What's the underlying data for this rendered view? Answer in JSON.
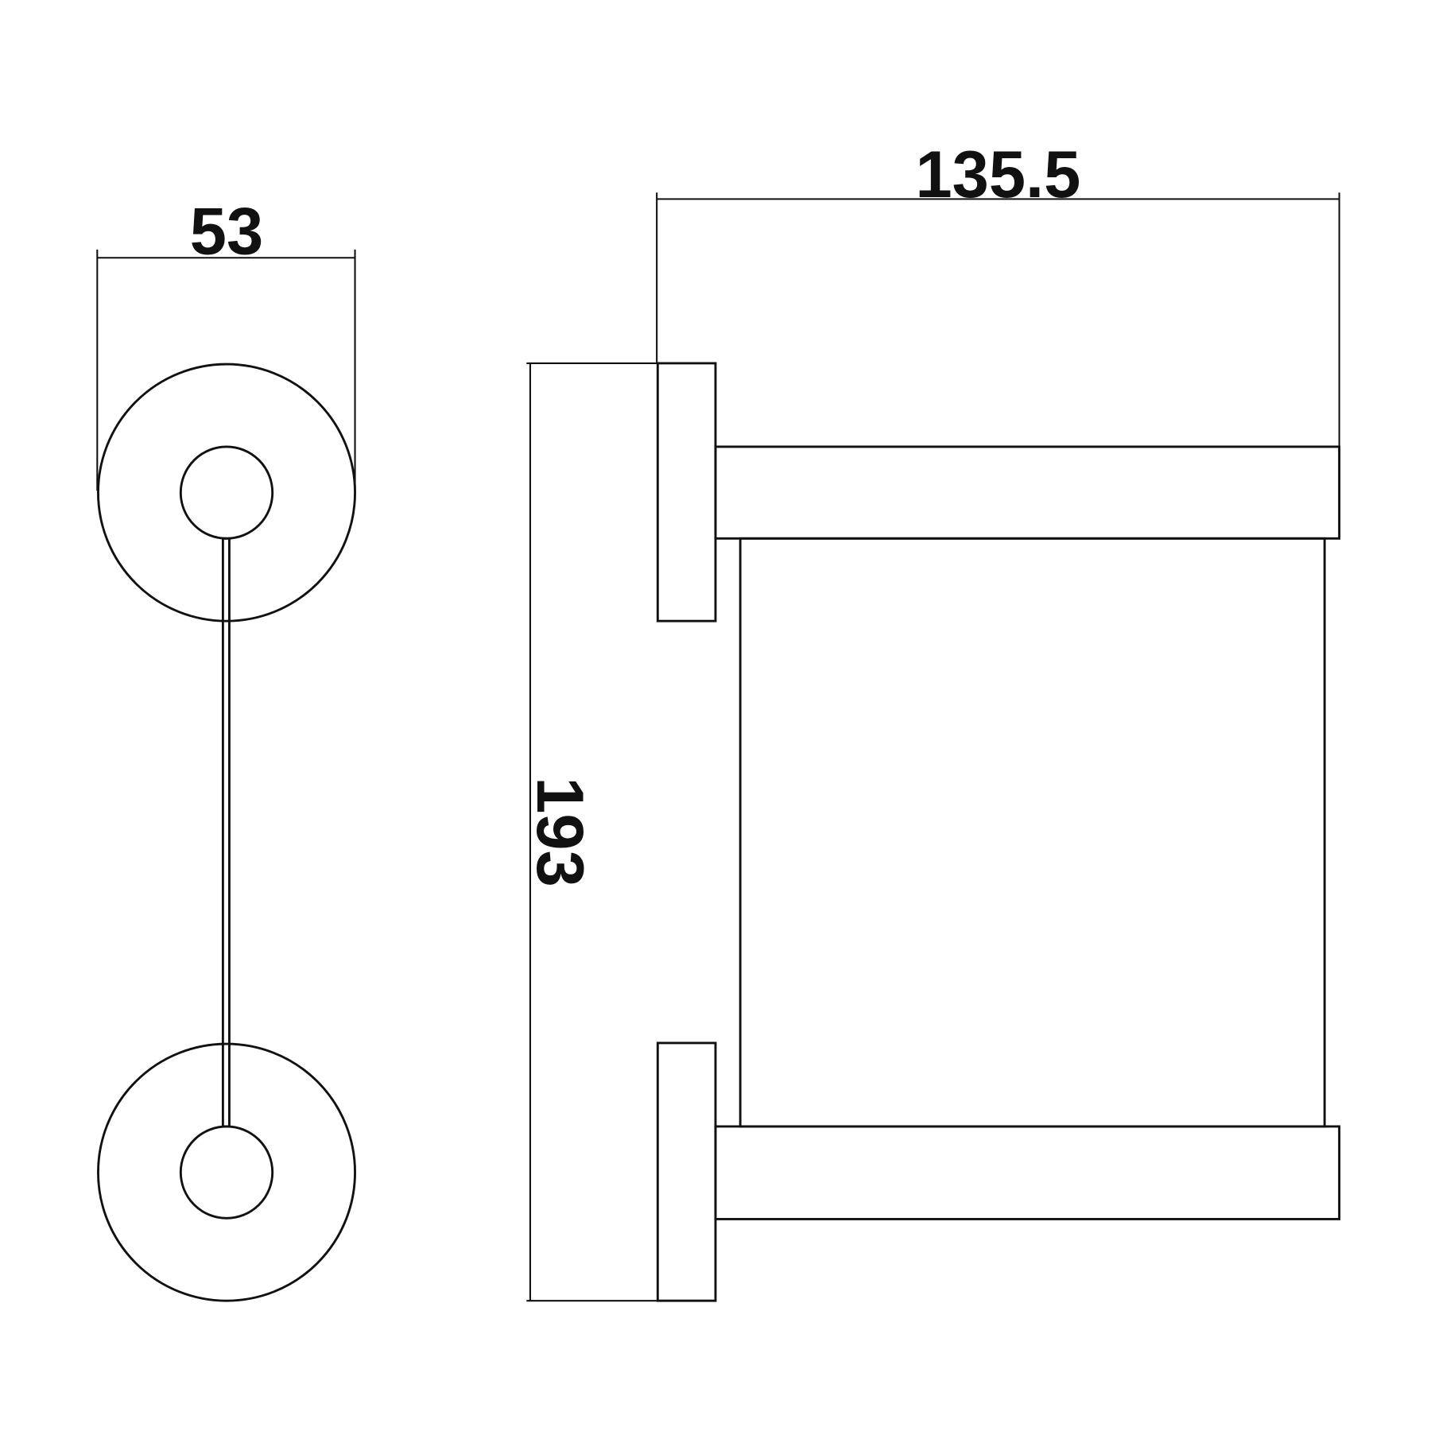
{
  "dimensions": {
    "width_side": "53",
    "depth": "135.5",
    "height": "193"
  },
  "colors": {
    "line": "#111111",
    "background": "#ffffff"
  }
}
